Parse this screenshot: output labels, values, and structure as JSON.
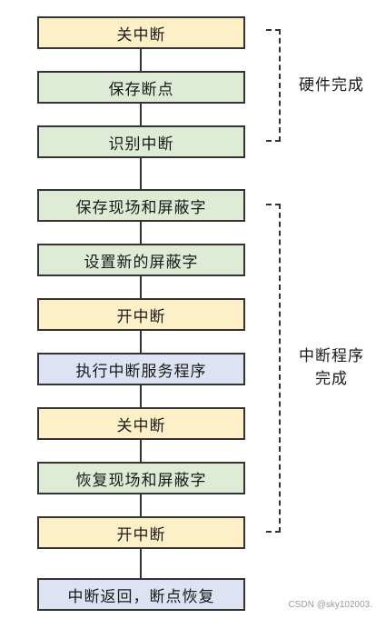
{
  "steps": [
    {
      "label": "关中断",
      "kind": "interrupt",
      "fill": "#fdf0c6"
    },
    {
      "label": "保存断点",
      "kind": "save",
      "fill": "#deecd6"
    },
    {
      "label": "识别中断",
      "kind": "save",
      "fill": "#deecd6"
    },
    {
      "label": "保存现场和屏蔽字",
      "kind": "save",
      "fill": "#deecd6"
    },
    {
      "label": "设置新的屏蔽字",
      "kind": "save",
      "fill": "#deecd6"
    },
    {
      "label": "开中断",
      "kind": "interrupt",
      "fill": "#fdf0c6"
    },
    {
      "label": "执行中断服务程序",
      "kind": "service",
      "fill": "#dde3f2"
    },
    {
      "label": "关中断",
      "kind": "interrupt",
      "fill": "#fdf0c6"
    },
    {
      "label": "恢复现场和屏蔽字",
      "kind": "save",
      "fill": "#deecd6"
    },
    {
      "label": "开中断",
      "kind": "interrupt",
      "fill": "#fdf0c6"
    },
    {
      "label": "中断返回，断点恢复",
      "kind": "service",
      "fill": "#dde3f2"
    }
  ],
  "groups": [
    {
      "label_lines": [
        "硬件完成"
      ]
    },
    {
      "label_lines": [
        "中断程序",
        "完成"
      ]
    }
  ],
  "colors": {
    "interrupt": "#fdf0c6",
    "save": "#deecd6",
    "service": "#dde3f2",
    "stroke": "#333333"
  },
  "watermark": "CSDN @sky102003."
}
